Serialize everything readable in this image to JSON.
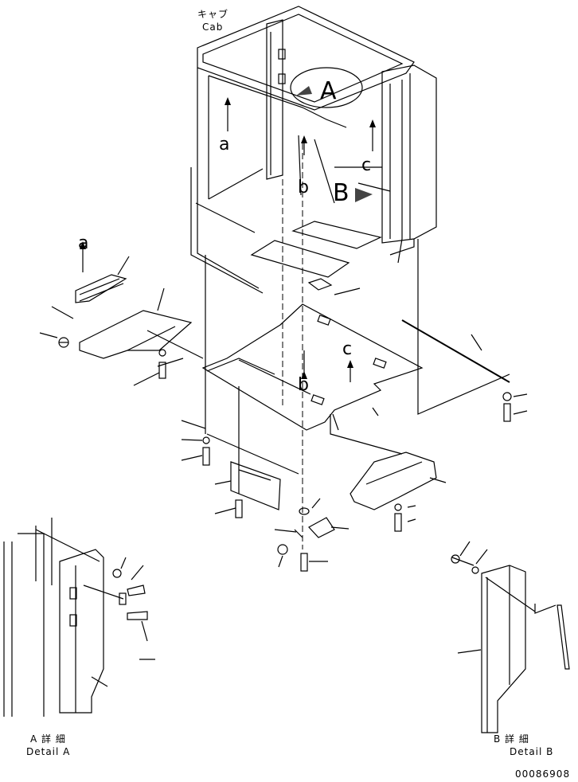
{
  "title_jp": "キャブ",
  "title_en": "Cab",
  "callouts": {
    "A": "A",
    "B": "B",
    "a1": "a",
    "a2": "a",
    "b1": "b",
    "b2": "b",
    "c1": "c",
    "c2": "c"
  },
  "detail_a": {
    "jp": "A 詳 細",
    "en": "Detail A"
  },
  "detail_b": {
    "jp": "B 詳 細",
    "en": "Detail B"
  },
  "doc_number": "00086908"
}
